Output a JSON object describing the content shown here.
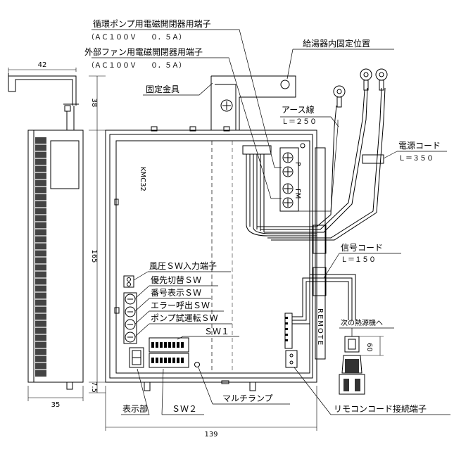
{
  "labels": {
    "pump_terminal": "循環ポンプ用電磁開閉器用端子",
    "pump_terminal_spec": "（ＡＣ１００Ｖ　　０．５Ａ）",
    "fan_terminal": "外部ファン用電磁開閉器用端子",
    "fan_terminal_spec": "（ＡＣ１００Ｖ　　０．５Ａ）",
    "fix_position": "給湯器内固定位置",
    "bracket": "固定金具",
    "earth_wire": "アース線",
    "earth_wire_len": "Ｌ＝２５０",
    "power_cord": "電源コード",
    "power_cord_len": "Ｌ＝３５０",
    "signal_cord": "信号コード",
    "signal_cord_len": "Ｌ＝１５０",
    "wind_sw": "風圧ＳＷ入力端子",
    "priority_sw": "優先切替ＳＷ",
    "number_sw": "番号表示ＳＷ",
    "error_sw": "エラー呼出ＳＷ",
    "pump_test_sw": "ポンプ試運転ＳＷ",
    "sw1": "ＳＷ１",
    "display": "表示部",
    "sw2": "ＳＷ２",
    "multi_lamp": "マルチランプ",
    "remote_terminal": "リモコンコード接続端子",
    "next_unit": "次の熱源機へ",
    "model": "KMC32",
    "remote_vertical": "REMOTE",
    "terminal_p": "P",
    "terminal_fm": "FM"
  },
  "dimensions": {
    "top_width": "42",
    "height_38": "38",
    "height_165": "165",
    "height_7_5": "7.5",
    "side_width": "35",
    "front_width": "139",
    "cord_60": "60"
  }
}
